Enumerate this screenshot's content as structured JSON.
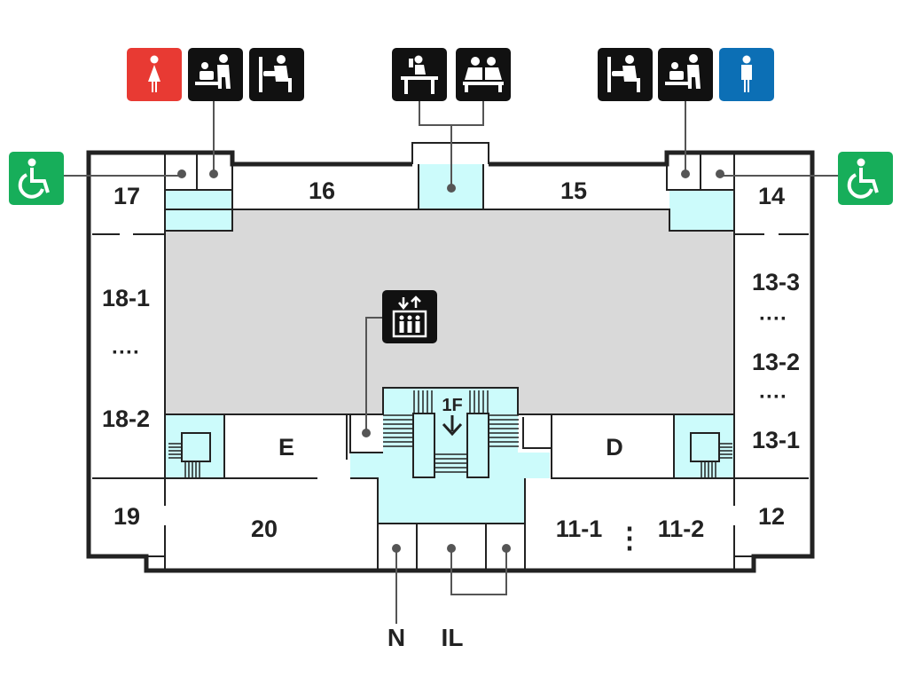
{
  "floor_indicator": "1F",
  "colors": {
    "service_area": "#ccfbfb",
    "hall": "#d9d9d9",
    "walls": "#222222",
    "icon_dark": "#111111",
    "icon_female": "#e83a33",
    "icon_male": "#0c6fb5",
    "icon_accessible": "#17ae5a"
  },
  "rooms": {
    "r17": "17",
    "r16": "16",
    "r15": "15",
    "r14": "14",
    "r18_1": "18-1",
    "r18_2": "18-2",
    "r13_3": "13-3",
    "r13_2": "13-2",
    "r13_1": "13-1",
    "rE": "E",
    "rD": "D",
    "r19": "19",
    "r20": "20",
    "r11_1": "11-1",
    "r11_2": "11-2",
    "r12": "12"
  },
  "entrances": {
    "n": "N",
    "il": "IL"
  },
  "dividers": {
    "left": "····",
    "right_upper": "····",
    "right_lower": "····",
    "bottom": "⋮"
  },
  "icons": [
    "female-restroom-icon",
    "baby-changing-icon",
    "nursing-room-icon",
    "drinking-fountain-icon",
    "waiting-area-icon",
    "nursing-room-icon",
    "baby-changing-icon",
    "male-restroom-icon",
    "accessible-restroom-icon",
    "accessible-restroom-icon",
    "elevator-icon",
    "escalator-down-icon"
  ]
}
